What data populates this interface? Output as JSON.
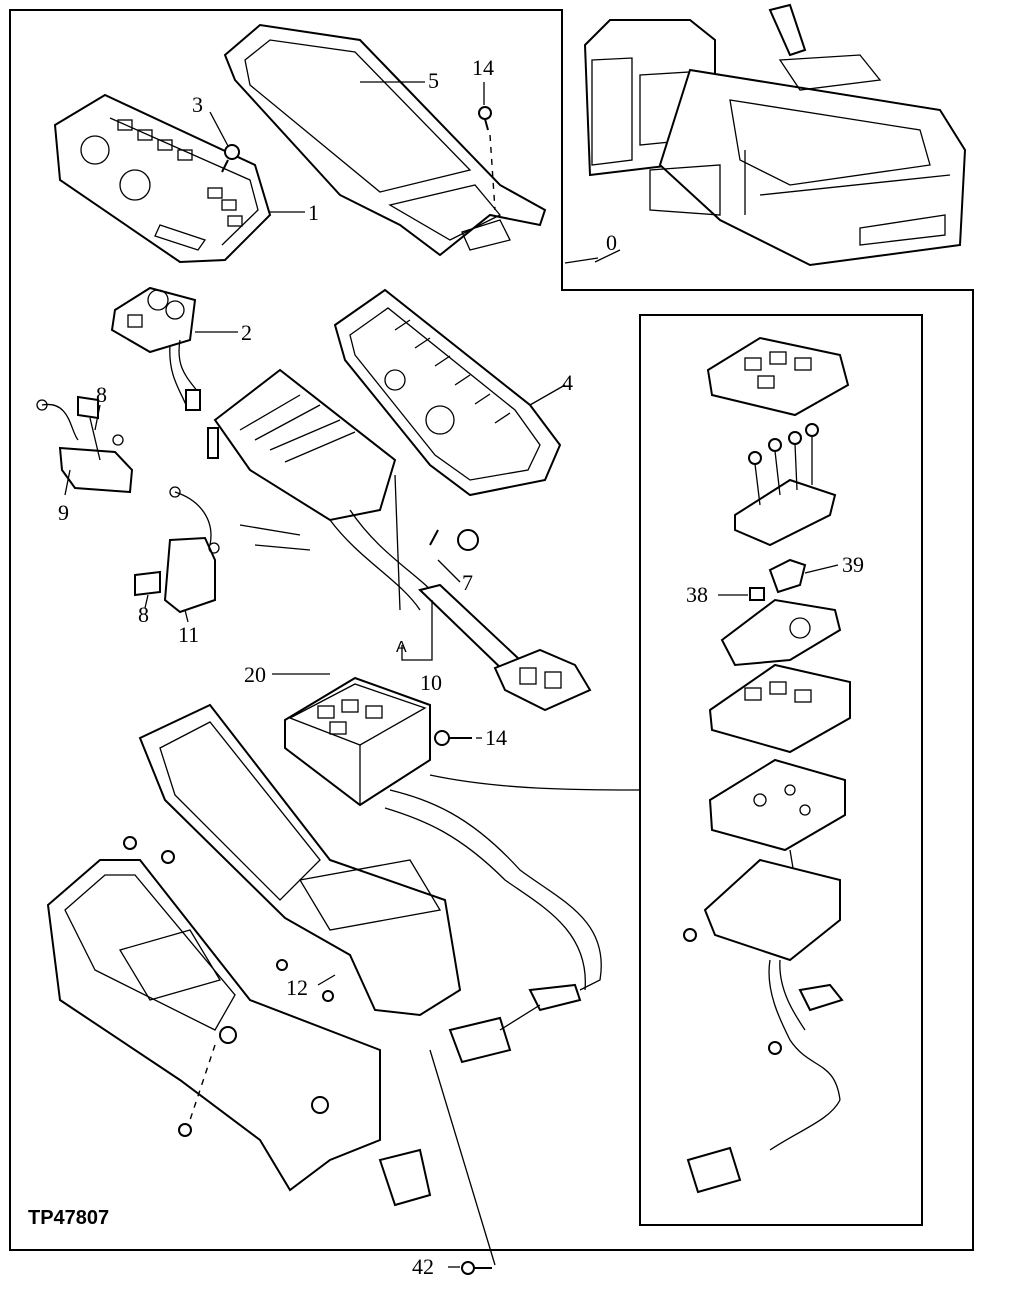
{
  "drawing_code": "TP47807",
  "callouts": {
    "c0": "0",
    "c1": "1",
    "c2": "2",
    "c3": "3",
    "c4": "4",
    "c5": "5",
    "c7": "7",
    "c8a": "8",
    "c8b": "8",
    "c9": "9",
    "c10": "10",
    "c11": "11",
    "c12": "12",
    "c14a": "14",
    "c14b": "14",
    "c20": "20",
    "c38": "38",
    "c39": "39",
    "c42": "42",
    "cA": "A"
  }
}
